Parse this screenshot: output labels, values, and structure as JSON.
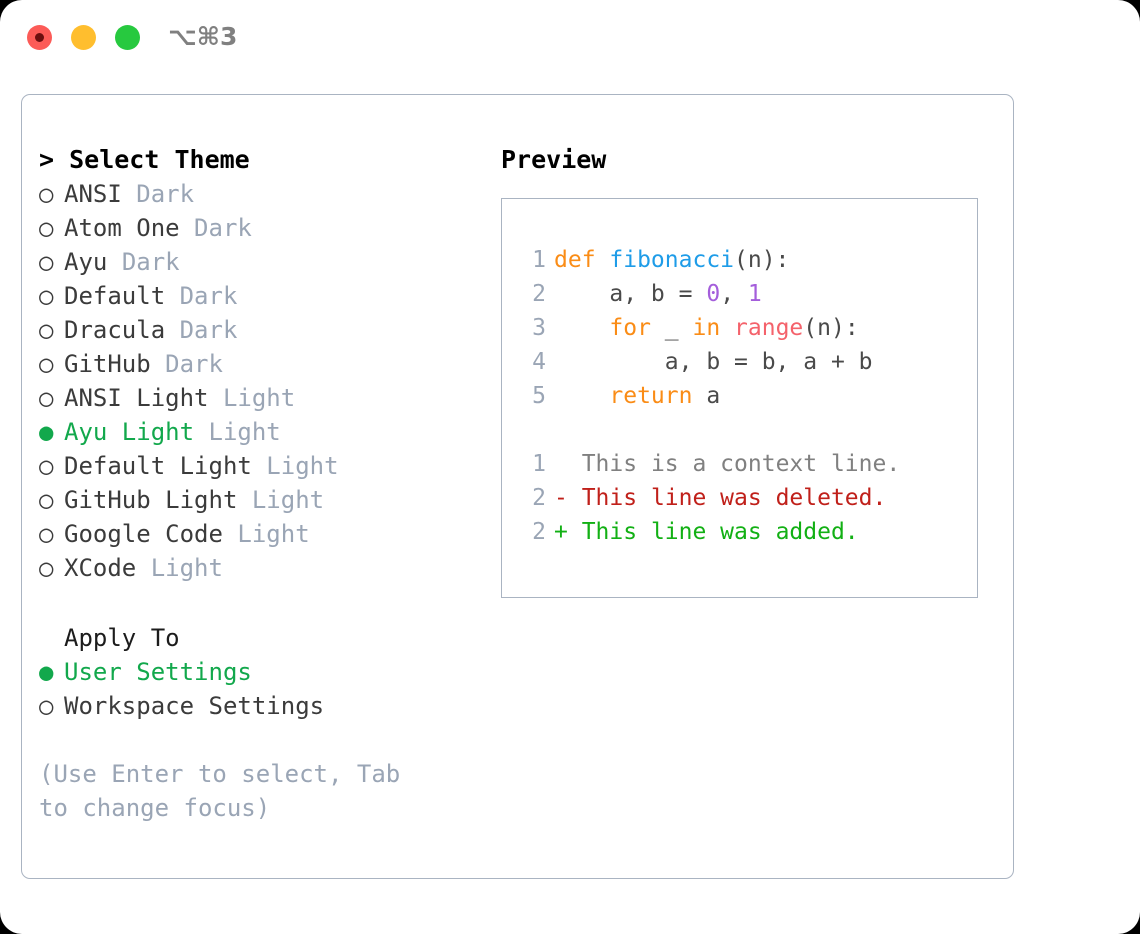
{
  "titlebar": {
    "shortcut": "⌥⌘3",
    "lights": [
      "close-red",
      "minimize-yellow",
      "zoom-green"
    ]
  },
  "theme_selector": {
    "heading": "> Select Theme",
    "items": [
      {
        "bullet": "○",
        "name": "ANSI",
        "variant": "Dark",
        "selected": false
      },
      {
        "bullet": "○",
        "name": "Atom One",
        "variant": "Dark",
        "selected": false
      },
      {
        "bullet": "○",
        "name": "Ayu",
        "variant": "Dark",
        "selected": false
      },
      {
        "bullet": "○",
        "name": "Default",
        "variant": "Dark",
        "selected": false
      },
      {
        "bullet": "○",
        "name": "Dracula",
        "variant": "Dark",
        "selected": false
      },
      {
        "bullet": "○",
        "name": "GitHub",
        "variant": "Dark",
        "selected": false
      },
      {
        "bullet": "○",
        "name": "ANSI Light",
        "variant": "Light",
        "selected": false
      },
      {
        "bullet": "●",
        "name": "Ayu Light",
        "variant": "Light",
        "selected": true
      },
      {
        "bullet": "○",
        "name": "Default Light",
        "variant": "Light",
        "selected": false
      },
      {
        "bullet": "○",
        "name": "GitHub Light",
        "variant": "Light",
        "selected": false
      },
      {
        "bullet": "○",
        "name": "Google Code",
        "variant": "Light",
        "selected": false
      },
      {
        "bullet": "○",
        "name": "XCode",
        "variant": "Light",
        "selected": false
      }
    ]
  },
  "apply_to": {
    "heading": "Apply To",
    "items": [
      {
        "bullet": "●",
        "name": "User Settings",
        "selected": true
      },
      {
        "bullet": "○",
        "name": "Workspace Settings",
        "selected": false
      }
    ]
  },
  "hint": "(Use Enter to select, Tab to change focus)",
  "preview": {
    "title": "Preview",
    "code_lines": [
      {
        "num": "1",
        "tokens": [
          {
            "t": "def ",
            "c": "kw"
          },
          {
            "t": "fibonacci",
            "c": "fn"
          },
          {
            "t": "(n):",
            "c": "plain"
          }
        ]
      },
      {
        "num": "2",
        "tokens": [
          {
            "t": "    a, b = ",
            "c": "plain"
          },
          {
            "t": "0",
            "c": "num"
          },
          {
            "t": ", ",
            "c": "plain"
          },
          {
            "t": "1",
            "c": "num"
          }
        ]
      },
      {
        "num": "3",
        "tokens": [
          {
            "t": "    ",
            "c": "plain"
          },
          {
            "t": "for",
            "c": "kw"
          },
          {
            "t": " _ ",
            "c": "plain"
          },
          {
            "t": "in",
            "c": "kw"
          },
          {
            "t": " ",
            "c": "plain"
          },
          {
            "t": "range",
            "c": "bi"
          },
          {
            "t": "(n):",
            "c": "plain"
          }
        ]
      },
      {
        "num": "4",
        "tokens": [
          {
            "t": "        a, b = b, a + b",
            "c": "plain"
          }
        ]
      },
      {
        "num": "5",
        "tokens": [
          {
            "t": "    ",
            "c": "plain"
          },
          {
            "t": "return",
            "c": "kw"
          },
          {
            "t": " a",
            "c": "plain"
          }
        ]
      }
    ],
    "diff_lines": [
      {
        "num": "1",
        "marker": "  ",
        "text": "This is a context line.",
        "kind": "ctx"
      },
      {
        "num": "2",
        "marker": "- ",
        "text": "This line was deleted.",
        "kind": "del"
      },
      {
        "num": "2",
        "marker": "+ ",
        "text": "This line was added.",
        "kind": "add"
      }
    ]
  },
  "colors": {
    "accent_green": "#12a84c",
    "muted_blue_gray": "#9aa5b5",
    "keyword_orange": "#fa8c16",
    "function_blue": "#1e9ce8",
    "number_purple": "#a45edb",
    "builtin_salmon": "#f4626b",
    "diff_deleted": "#c0201a",
    "diff_added": "#12b014",
    "border": "#aab4c2"
  }
}
